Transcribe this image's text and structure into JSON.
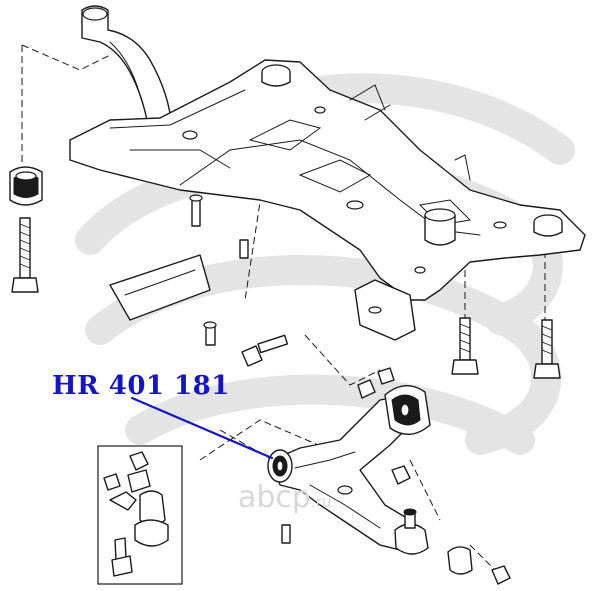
{
  "callout": {
    "part_number": "HR 401 181",
    "color": "#1515c8"
  },
  "watermark": {
    "brand": "abcp",
    "tld": ".ru",
    "color": "#d8d8d8"
  },
  "parts": [
    "subframe",
    "rear-mount-bracket",
    "front-mount-bushing",
    "lower-control-arm",
    "ball-joint",
    "control-arm-rear-bushing",
    "control-arm-front-bushing",
    "mounting-bolts"
  ]
}
